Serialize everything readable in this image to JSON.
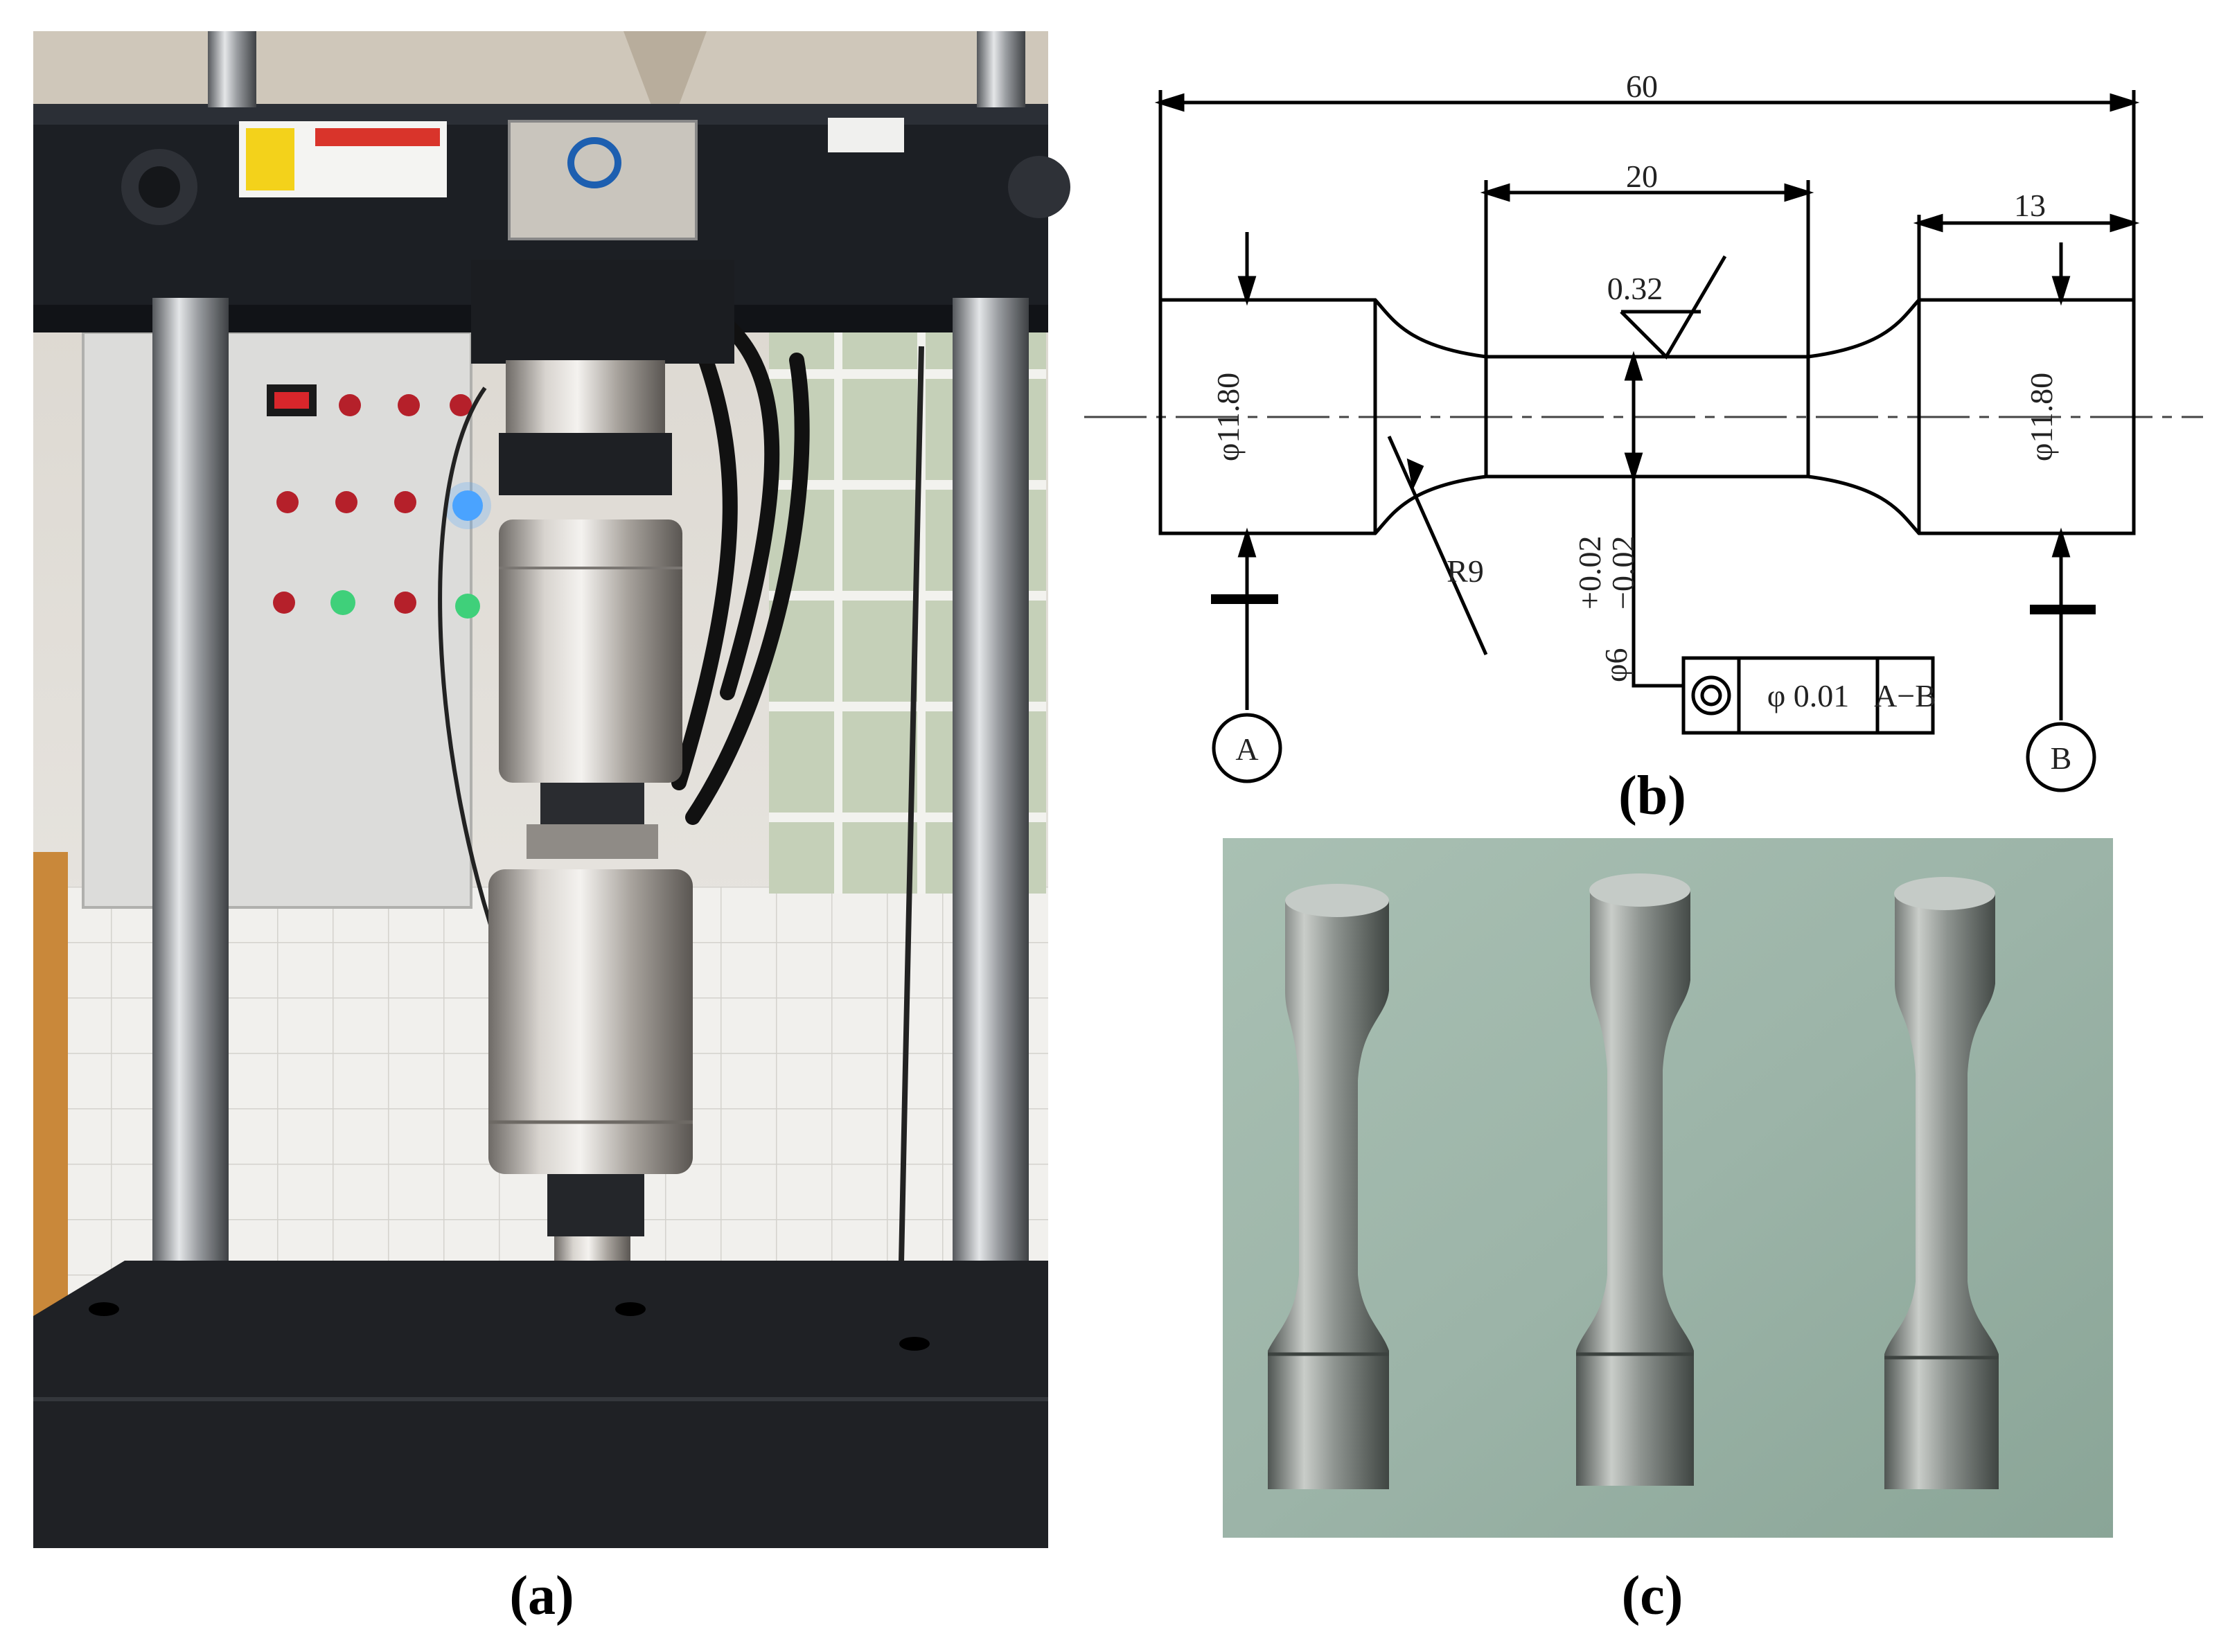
{
  "panels": {
    "a": {
      "label": "(a)"
    },
    "b": {
      "label": "(b)"
    },
    "c": {
      "label": "(c)"
    }
  },
  "drawing": {
    "overall_length": "60",
    "gauge_length": "20",
    "grip_length": "13",
    "grip_diameter_left": "φ11.80",
    "grip_diameter_right": "φ11.80",
    "fillet_radius": "R9",
    "roughness": "0.32",
    "gauge_diameter": "φ6",
    "tolerance_upper": "+0.02",
    "tolerance_lower": "−0.02",
    "concentricity_symbol": "◎",
    "concentricity_value": "φ 0.01",
    "datum_ref": "A−B",
    "datum_a": "A",
    "datum_b": "B"
  },
  "colors": {
    "machine_frame": "#1c1f24",
    "steel": "#b9b4ae",
    "specimen_bg": "#9fb7aa",
    "wall": "#e8e6e2"
  }
}
